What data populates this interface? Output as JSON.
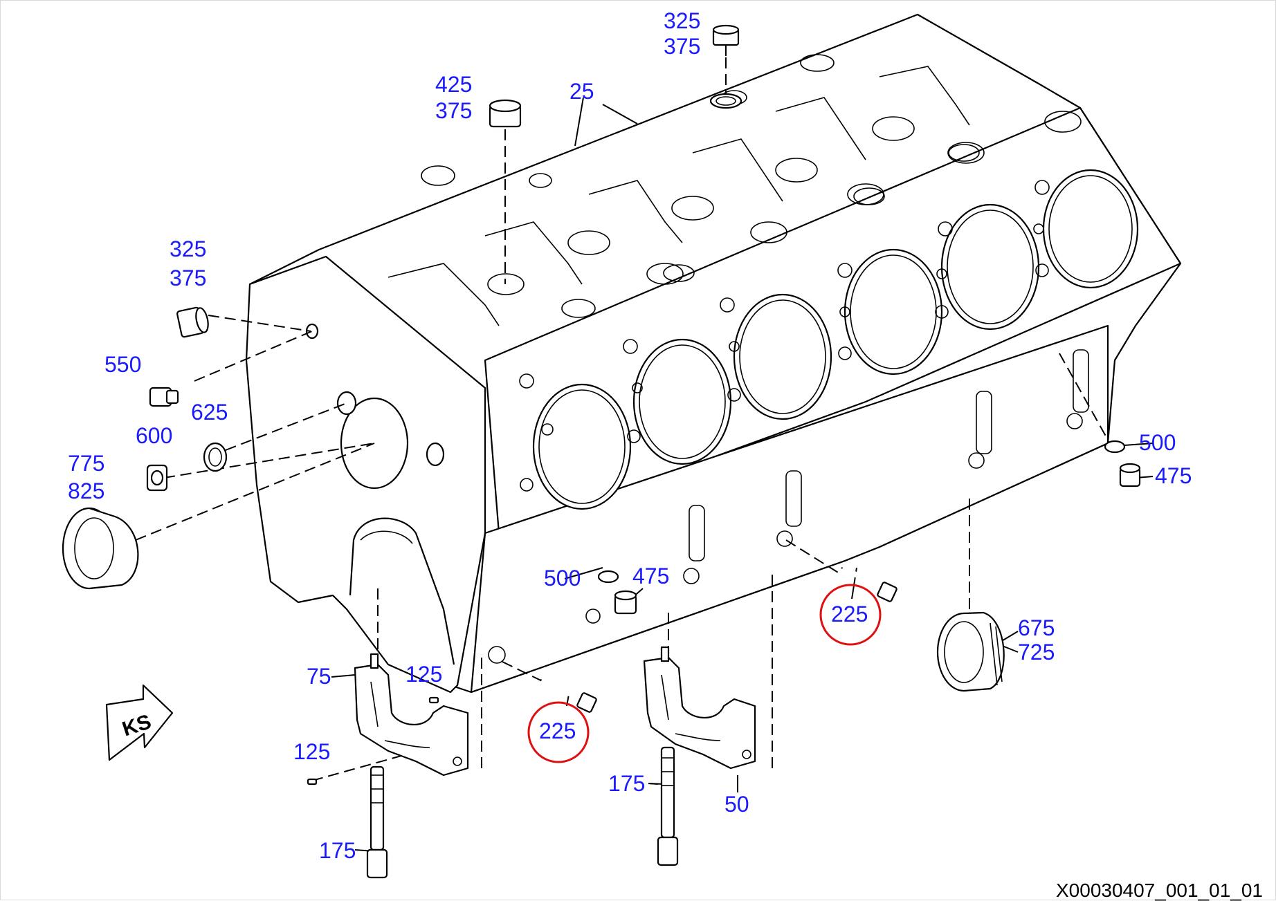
{
  "drawing_code": "X00030407_001_01_01",
  "orientation_marker": "KS",
  "highlight_color": "#e01010",
  "label_color": "#1a1aff",
  "callouts": {
    "c325a": "325",
    "c375a": "375",
    "c425": "425",
    "c375b": "375",
    "c25": "25",
    "c325b": "325",
    "c375c": "375",
    "c550": "550",
    "c625": "625",
    "c600": "600",
    "c775": "775",
    "c825": "825",
    "c500a": "500",
    "c475a": "475",
    "c500b": "500",
    "c475b": "475",
    "c225a": "225",
    "c225b": "225",
    "c675": "675",
    "c725": "725",
    "c75": "75",
    "c125a": "125",
    "c125b": "125",
    "c175a": "175",
    "c175b": "175",
    "c50": "50"
  },
  "highlighted_callouts": [
    "225",
    "225"
  ]
}
